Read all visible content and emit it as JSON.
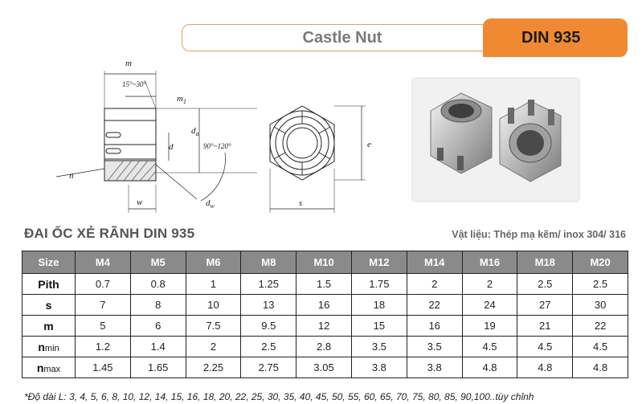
{
  "header": {
    "product_name": "Castle Nut",
    "standard": "DIN 935"
  },
  "drawing_labels": {
    "m": "m",
    "angle_top": "15°~30°",
    "m1": "m",
    "m1_sub": "1",
    "da": "d",
    "da_sub": "a",
    "d": "d",
    "angle_side": "90°~120°",
    "n": "n",
    "w": "w",
    "dw": "d",
    "dw_sub": "w",
    "s": "s",
    "e": "e"
  },
  "document": {
    "title": "ĐAI ỐC XẺ RÃNH DIN 935",
    "material": "Vật liệu: Thép mạ kẽm/ inox 304/ 316"
  },
  "table": {
    "header": [
      "Size",
      "M4",
      "M5",
      "M6",
      "M8",
      "M10",
      "M12",
      "M14",
      "M16",
      "M18",
      "M20"
    ],
    "rows": [
      {
        "label": "Pith",
        "sub": "",
        "values": [
          "0.7",
          "0.8",
          "1",
          "1.25",
          "1.5",
          "1.75",
          "2",
          "2",
          "2.5",
          "2.5"
        ]
      },
      {
        "label": "s",
        "sub": "",
        "values": [
          "7",
          "8",
          "10",
          "13",
          "16",
          "18",
          "22",
          "24",
          "27",
          "30"
        ]
      },
      {
        "label": "m",
        "sub": "",
        "values": [
          "5",
          "6",
          "7.5",
          "9.5",
          "12",
          "15",
          "16",
          "19",
          "21",
          "22"
        ]
      },
      {
        "label": "n",
        "sub": "min",
        "values": [
          "1.2",
          "1.4",
          "2",
          "2.5",
          "2.8",
          "3.5",
          "3.5",
          "4.5",
          "4.5",
          "4.5"
        ]
      },
      {
        "label": "n",
        "sub": "max",
        "values": [
          "1.45",
          "1.65",
          "2.25",
          "2.75",
          "3.05",
          "3.8",
          "3.8",
          "4.8",
          "4.8",
          "4.8"
        ]
      }
    ]
  },
  "footnote": "*Độ dài L: 3, 4, 5, 6, 8, 10, 12, 14, 15, 16, 18, 20, 22, 25, 30, 35, 40, 45, 50, 55, 60, 65, 70, 75, 80, 85, 90,100..tùy chỉnh",
  "colors": {
    "accent": "#f08a32",
    "table_header_bg": "#8a8a8a",
    "title_text": "#7a7a7a"
  }
}
